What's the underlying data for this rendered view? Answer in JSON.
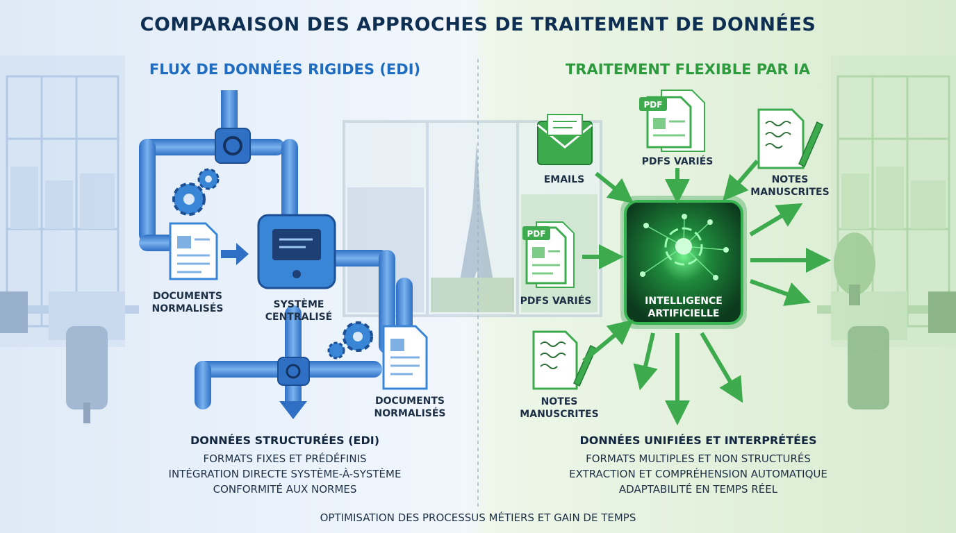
{
  "title": "COMPARAISON DES APPROCHES DE TRAITEMENT DE DONNÉES",
  "left": {
    "heading": "FLUX DE DONNÉES RIGIDES (EDI)",
    "labels": {
      "docs_in_1": "DOCUMENTS",
      "docs_in_2": "NORMALISÉS",
      "system_1": "SYSTÈME",
      "system_2": "CENTRALISÉ",
      "docs_out_1": "DOCUMENTS",
      "docs_out_2": "NORMALISÉS"
    },
    "section_title": "DONNÉES STRUCTURÉES (EDI)",
    "bullets": [
      "FORMATS FIXES ET PRÉDÉFINIS",
      "INTÉGRATION DIRECTE SYSTÈME-À-SYSTÈME",
      "CONFORMITÉ AUX NORMES"
    ]
  },
  "right": {
    "heading": "TRAITEMENT FLEXIBLE PAR IA",
    "labels": {
      "emails": "EMAILS",
      "pdfs_top": "PDFS VARIÉS",
      "notes_top_1": "NOTES",
      "notes_top_2": "MANUSCRITES",
      "pdfs_mid": "PDFS VARIÉS",
      "notes_bottom_1": "NOTES",
      "notes_bottom_2": "MANUSCRITES",
      "ai_1": "INTELLIGENCE",
      "ai_2": "ARTIFICIELLE",
      "pdf_tag": "PDF"
    },
    "section_title": "DONNÉES UNIFIÉES ET INTERPRÉTÉES",
    "bullets": [
      "FORMATS MULTIPLES ET NON STRUCTURÉS",
      "EXTRACTION ET COMPRÉHENSION AUTOMATIQUE",
      "ADAPTABILITÉ EN TEMPS RÉEL"
    ]
  },
  "footer": "OPTIMISATION DES PROCESSUS MÉTIERS ET GAIN DE TEMPS",
  "colors": {
    "blue": "#3a86d6",
    "green": "#3daa4e",
    "dark": "#13263f"
  }
}
